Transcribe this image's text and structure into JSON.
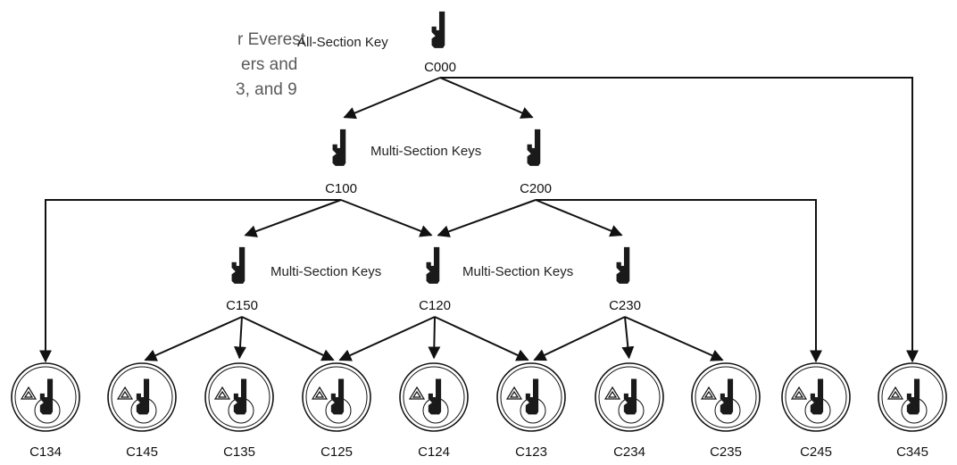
{
  "intro": {
    "line1": "r Everest",
    "line2": "ers and",
    "line3": "3, and 9"
  },
  "top": {
    "label": "All-Section Key",
    "code": "C000"
  },
  "level1": {
    "label": "Multi-Section Keys",
    "codes": [
      "C100",
      "C200"
    ]
  },
  "level2": {
    "left_label": "Multi-Section Keys",
    "right_label": "Multi-Section Keys",
    "codes": [
      "C150",
      "C120",
      "C230"
    ]
  },
  "cylinders": [
    "C134",
    "C145",
    "C135",
    "C125",
    "C124",
    "C123",
    "C234",
    "C235",
    "C245",
    "C345"
  ],
  "edges": [
    [
      "C000",
      "C100"
    ],
    [
      "C000",
      "C200"
    ],
    [
      "C000",
      "C345"
    ],
    [
      "C100",
      "C134"
    ],
    [
      "C100",
      "C150"
    ],
    [
      "C100",
      "C120"
    ],
    [
      "C200",
      "C120"
    ],
    [
      "C200",
      "C230"
    ],
    [
      "C200",
      "C245"
    ],
    [
      "C150",
      "C145"
    ],
    [
      "C150",
      "C135"
    ],
    [
      "C150",
      "C125"
    ],
    [
      "C120",
      "C125"
    ],
    [
      "C120",
      "C124"
    ],
    [
      "C120",
      "C123"
    ],
    [
      "C230",
      "C123"
    ],
    [
      "C230",
      "C234"
    ],
    [
      "C230",
      "C235"
    ]
  ]
}
